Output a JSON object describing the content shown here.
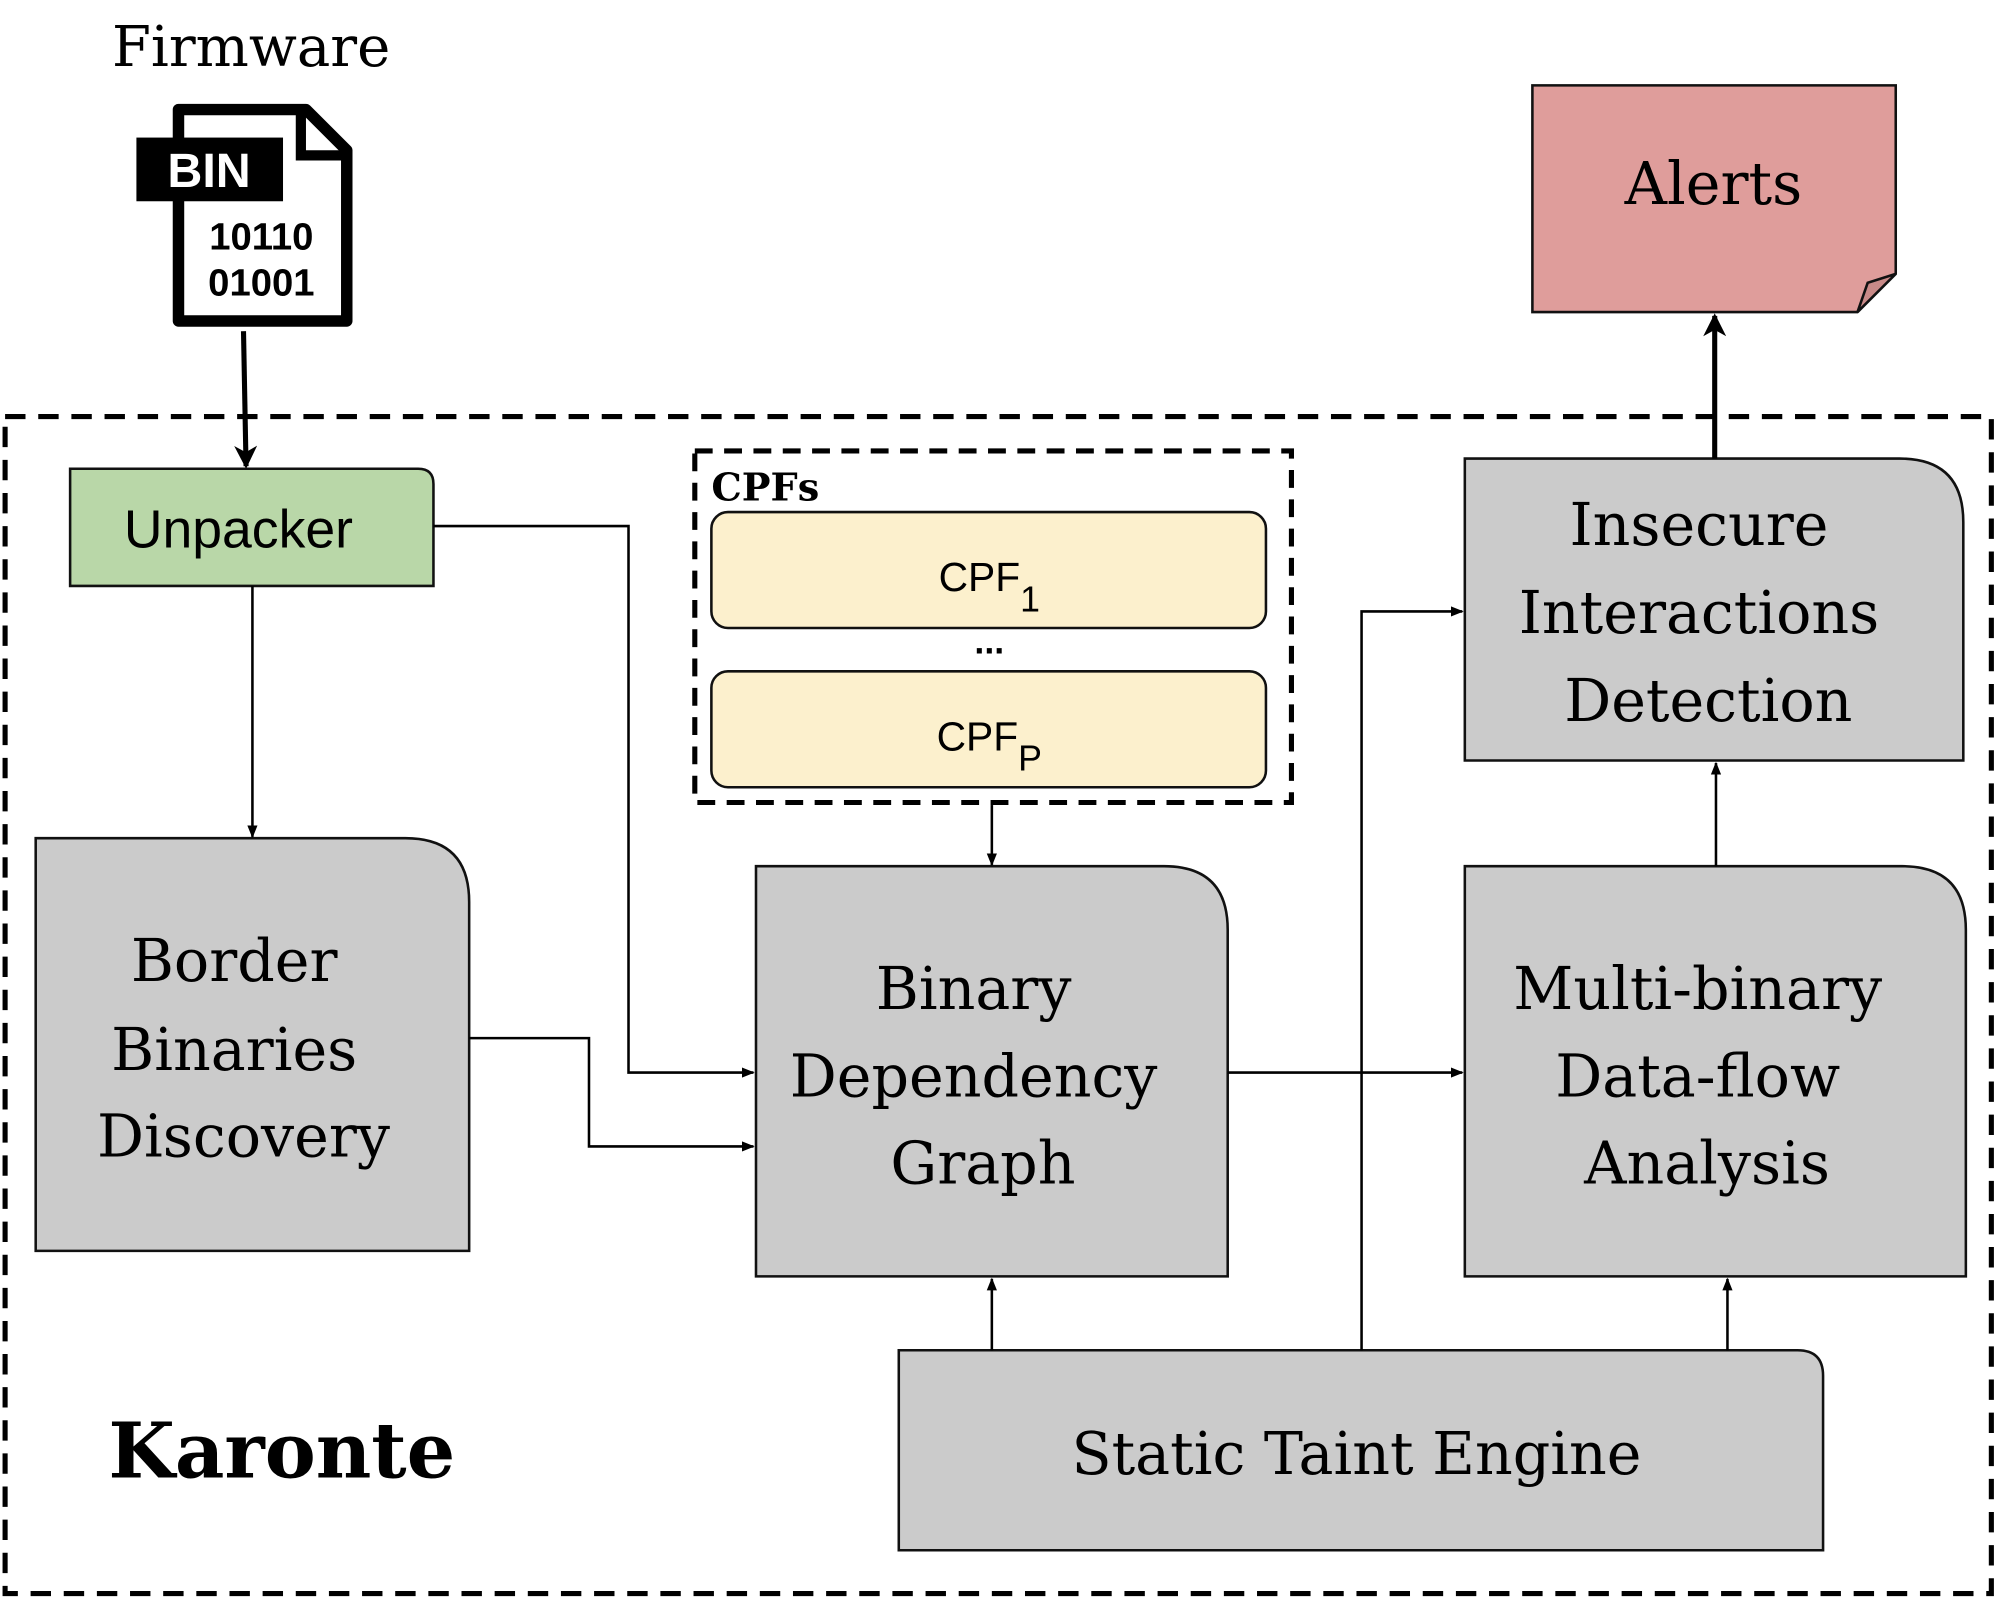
{
  "firmware": {
    "label": "Firmware",
    "icon": "binary-file-icon",
    "icon_badge": "BIN",
    "icon_bits": [
      "10110",
      "01001"
    ]
  },
  "system": {
    "name": "Karonte"
  },
  "nodes": {
    "unpacker": {
      "label": "Unpacker",
      "color": "#b9d7a8"
    },
    "border": {
      "lines": [
        "Border",
        "Binaries",
        "Discovery"
      ]
    },
    "cpfs": {
      "title": "CPFs",
      "cpf1": "CPF",
      "cpf1_sub": "1",
      "dots": "...",
      "cpfp": "CPF",
      "cpfp_sub": "P",
      "color": "#fcf0cd"
    },
    "bdg": {
      "lines": [
        "Binary",
        "Dependency",
        "Graph"
      ]
    },
    "mbdfa": {
      "lines": [
        "Multi-binary",
        "Data-flow",
        "Analysis"
      ]
    },
    "iid": {
      "lines": [
        "Insecure",
        "Interactions",
        "Detection"
      ]
    },
    "ste": {
      "label": "Static Taint Engine"
    },
    "alerts": {
      "label": "Alerts",
      "color": "#df9d9b"
    }
  },
  "box_color": "#cbcbcb"
}
